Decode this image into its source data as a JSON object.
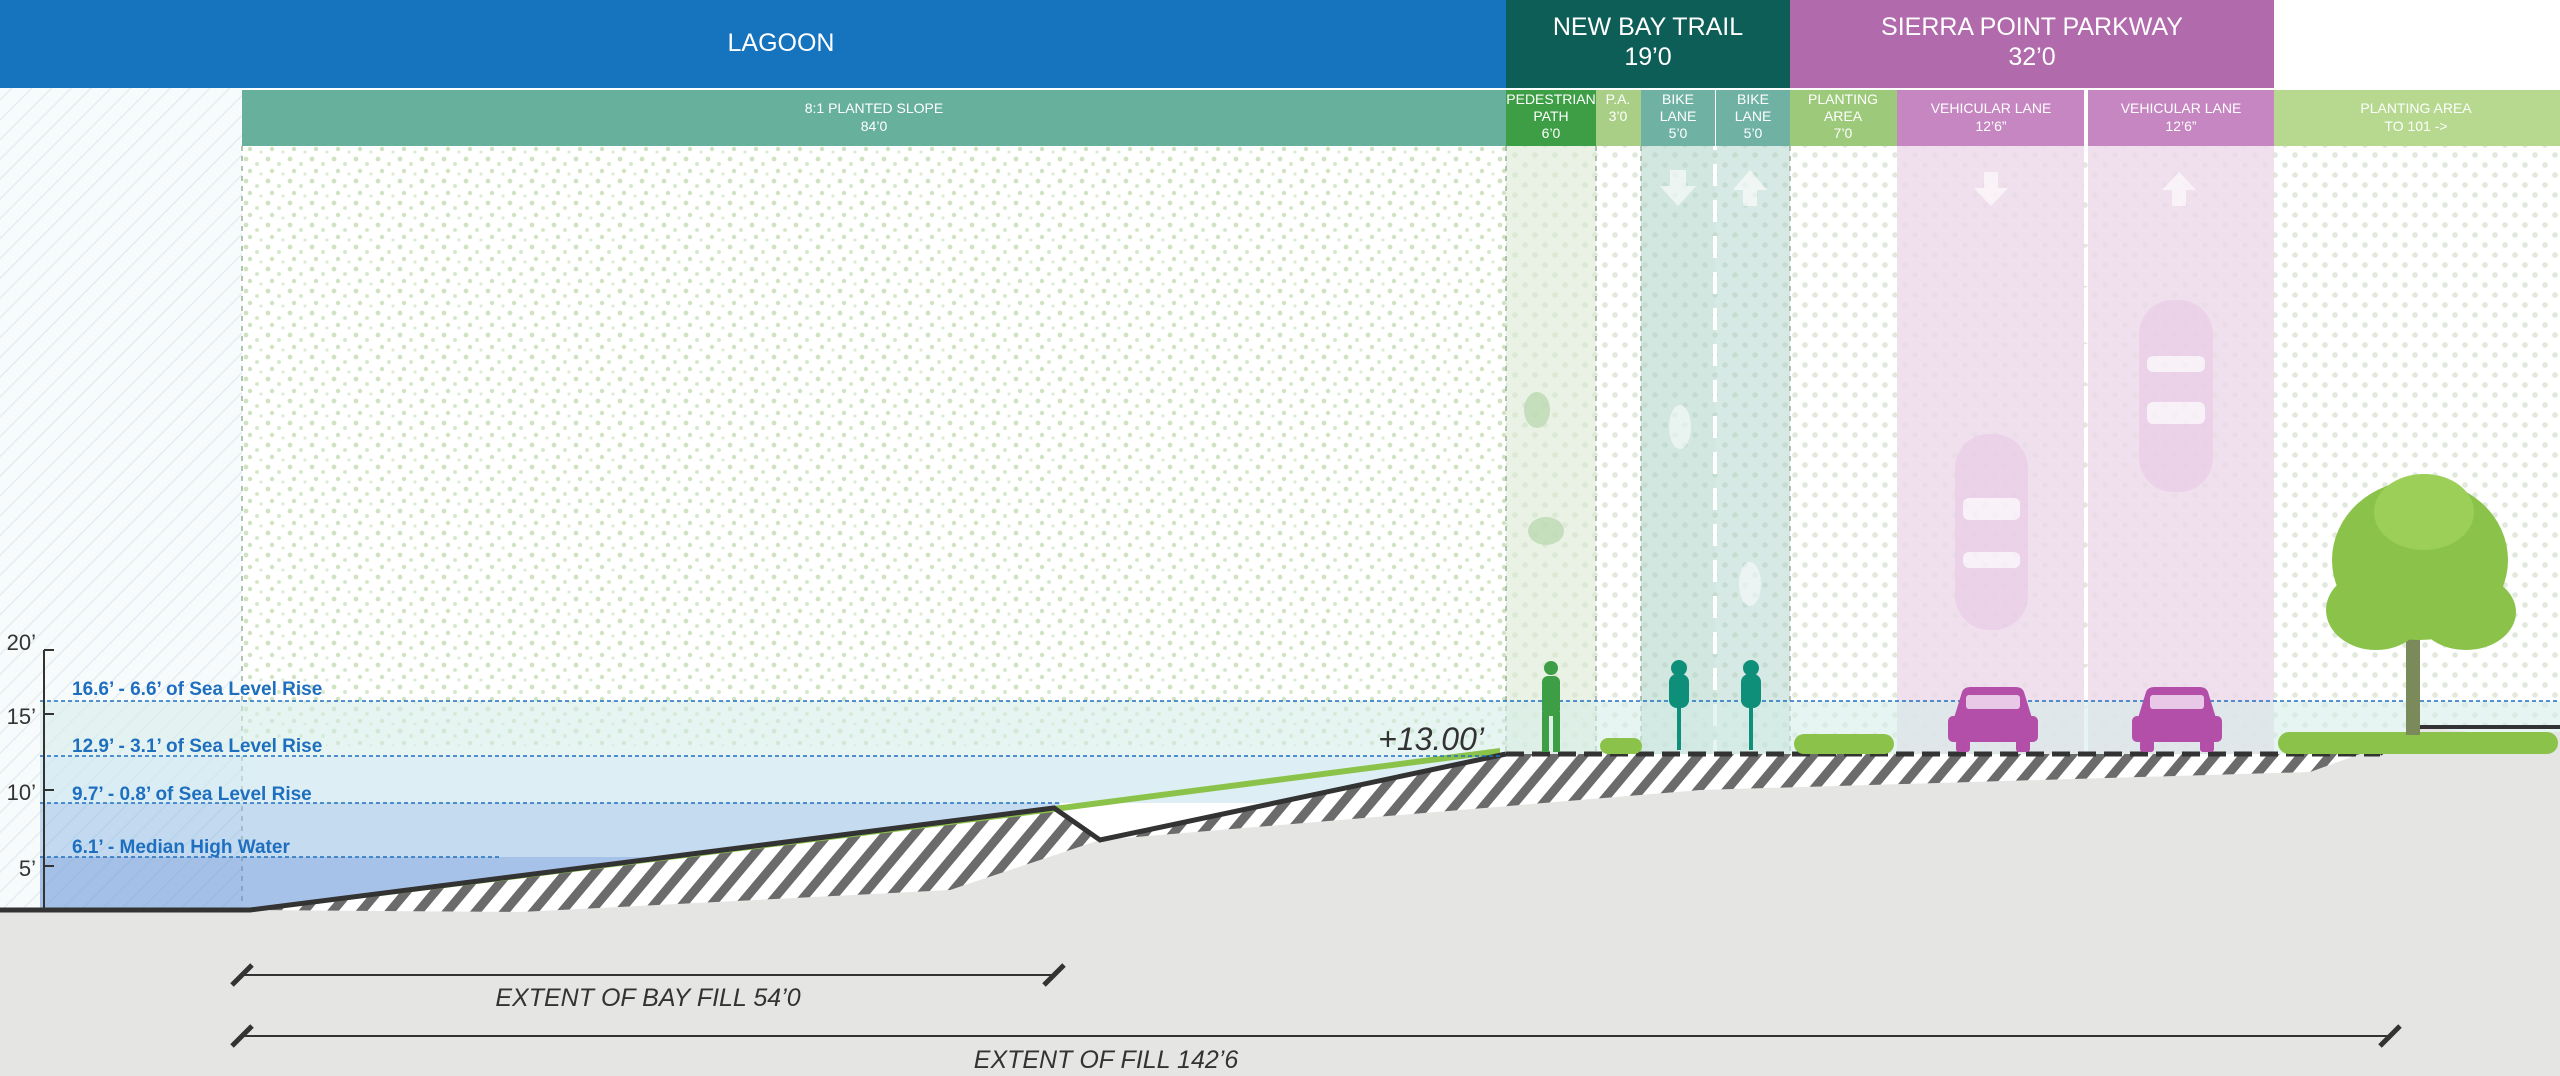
{
  "colors": {
    "lagoon_blue": "#1673bd",
    "bay_trail_teal": "#0e5e58",
    "parkway_purple": "#b16aab",
    "slope_green": "#67b09c",
    "ped_green": "#3d9e46",
    "light_green": "#a9cf86",
    "bike_teal": "#6fb2a4",
    "planting_green": "#9cc97a",
    "vehicle_purple": "#c686c1",
    "water_blue": "#5f8fd6",
    "ground_gray": "#e5e5e3"
  },
  "header": {
    "lagoon": "LAGOON",
    "new_bay_trail": {
      "title": "NEW BAY TRAIL",
      "width": "19’0"
    },
    "sierra_point_parkway": {
      "title": "SIERRA POINT PARKWAY",
      "width": "32’0"
    }
  },
  "subheaders": {
    "planted_slope": {
      "label": "8:1 PLANTED SLOPE",
      "width": "84’0"
    },
    "pedestrian_path": {
      "line1": "PEDESTRIAN",
      "line2": "PATH",
      "width": "6’0"
    },
    "pa": {
      "label": "P.A.",
      "width": "3’0"
    },
    "bike_lane_1": {
      "line1": "BIKE",
      "line2": "LANE",
      "width": "5’0"
    },
    "bike_lane_2": {
      "line1": "BIKE",
      "line2": "LANE",
      "width": "5’0"
    },
    "planting_area": {
      "line1": "PLANTING",
      "line2": "AREA",
      "width": "7’0"
    },
    "vehicular_lane_1": {
      "label": "VEHICULAR LANE",
      "width": "12’6”"
    },
    "vehicular_lane_2": {
      "label": "VEHICULAR LANE",
      "width": "12’6”"
    },
    "planting_area_101": {
      "line1": "PLANTING AREA",
      "line2": "TO 101 ->"
    }
  },
  "sea_levels": [
    "16.6’ - 6.6’ of Sea Level Rise",
    "12.9’ - 3.1’ of Sea Level Rise",
    "9.7’ - 0.8’ of Sea Level Rise",
    "6.1’ - Median High Water"
  ],
  "y_ticks": [
    "20’",
    "15’",
    "10’",
    "5’"
  ],
  "elevation_label": "+13.00’",
  "dimensions": {
    "bay_fill": "EXTENT OF BAY FILL 54’0",
    "fill": "EXTENT OF FILL 142’6"
  }
}
